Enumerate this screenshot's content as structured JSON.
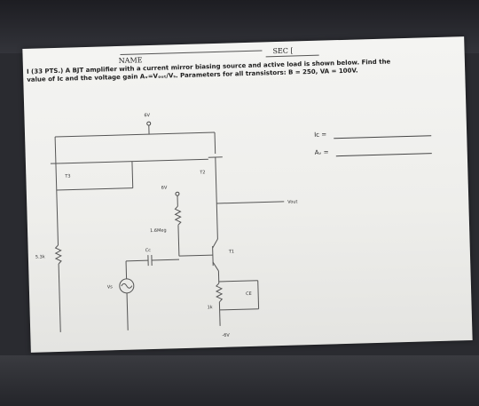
{
  "header": {
    "sec_label": "SEC [",
    "name_label": "NAME"
  },
  "question": {
    "line1": "I (33 PTS.) A BJT amplifier with a current mirror biasing source and active load is shown below. Find the",
    "line2": "value of Ic and the voltage gain Aᵥ=Vₒᵤₜ/Vₛ.  Parameters for all transistors: B = 250, VA = 100V."
  },
  "answers": {
    "ic_label": "Ic =",
    "av_label": "Aᵥ ="
  },
  "circuit": {
    "top_supply": "6V",
    "mid_supply": "6V",
    "bottom_supply": "-6V",
    "t3": "T3",
    "t2": "T2",
    "t1": "T1",
    "resistor_left": "5.3k",
    "resistor_bias": "1.6Meg",
    "resistor_emitter": "1k",
    "cap_coupling": "Cc",
    "cap_bypass": "CE",
    "source": "Vs",
    "output": "Vout"
  }
}
